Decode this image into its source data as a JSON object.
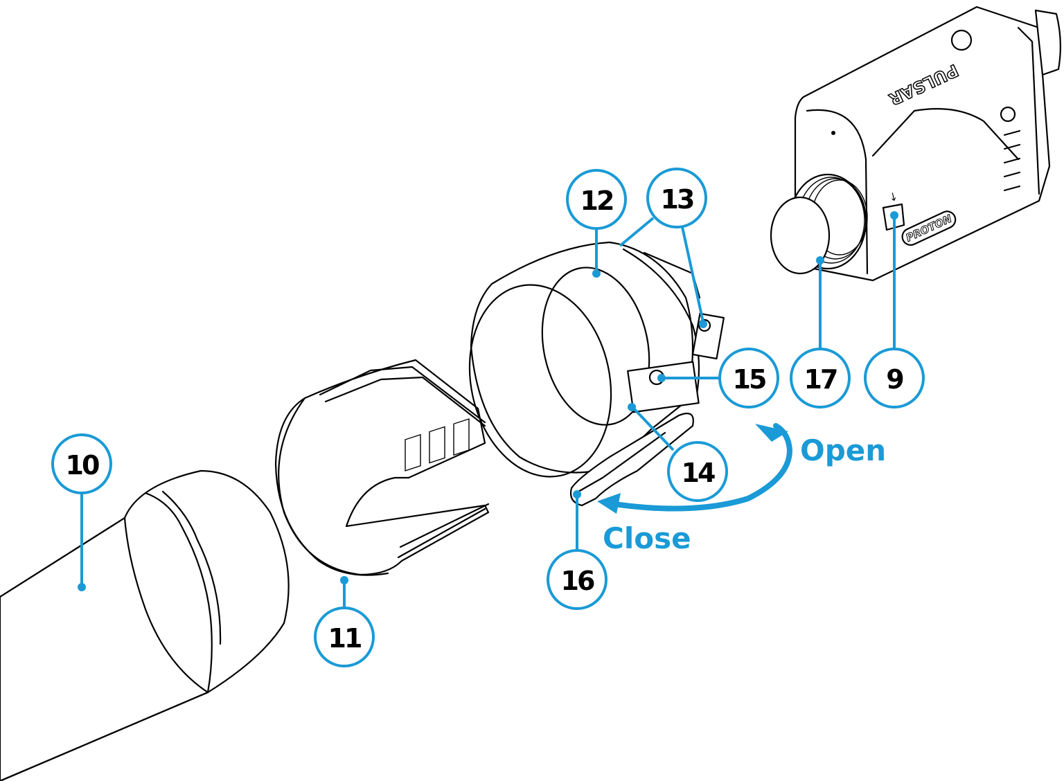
{
  "diagram": {
    "title": "Exploded assembly view: Pulsar Proton attachment with adapter clamp",
    "accent_color": "#1a9ad6",
    "line_color": "#000000",
    "device_labels": {
      "brand": "PULSAR",
      "model": "PROTON",
      "usb_icon": "usb-icon"
    },
    "actions": {
      "open": "Open",
      "close": "Close"
    },
    "callouts": [
      {
        "id": "c10",
        "label": "10",
        "part": "riflescope eyepiece/objective tube"
      },
      {
        "id": "c11",
        "label": "11",
        "part": "adapter insert"
      },
      {
        "id": "c12",
        "label": "12",
        "part": "clamp ring"
      },
      {
        "id": "c13",
        "label": "13",
        "part": "adjustment screw"
      },
      {
        "id": "c14",
        "label": "14",
        "part": "lever hinge"
      },
      {
        "id": "c15",
        "label": "15",
        "part": "tension screw"
      },
      {
        "id": "c16",
        "label": "16",
        "part": "clamp lever"
      },
      {
        "id": "c17",
        "label": "17",
        "part": "threaded lens mount"
      },
      {
        "id": "c9",
        "label": "9",
        "part": "USB port"
      }
    ]
  }
}
